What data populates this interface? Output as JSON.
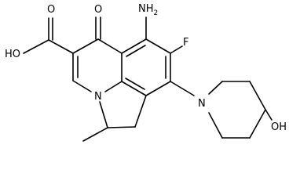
{
  "labels": {
    "amine": "NH",
    "amine_subscript": "2",
    "fluoro": "F",
    "carbonyl_oxygen": "O",
    "acid": "HO",
    "acid_oxygen": "O",
    "ring_nitrogen": "N",
    "piperidine_nitrogen": "N",
    "hydroxyl": "OH"
  }
}
